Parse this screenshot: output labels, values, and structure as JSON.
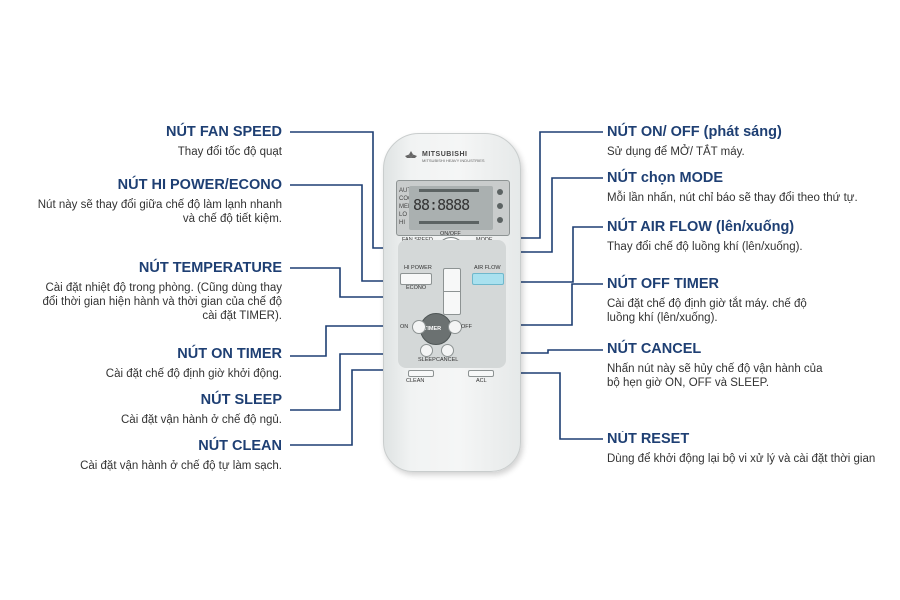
{
  "remote": {
    "brand": "MITSUBISHI",
    "brand_sub": "MITSUBISHI HEAVY INDUSTRIES",
    "lcd_modes": "AUTO\nCOOL\nMED\nLO\nHI",
    "lcd_digits": "88:8888",
    "labels": {
      "on_off": "ON/OFF",
      "fan_speed": "FAN SPEED",
      "mode": "MODE",
      "hi_power": "HI POWER",
      "econo": "ECONO",
      "air_flow": "AIR FLOW",
      "on": "ON",
      "off": "OFF",
      "timer": "TIMER",
      "sleep": "SLEEP",
      "cancel": "CANCEL",
      "clean": "CLEAN",
      "acl": "ACL"
    }
  },
  "callouts": {
    "fan_speed": {
      "title": "NÚT FAN SPEED",
      "desc": [
        "Thay đổi tốc độ quạt"
      ]
    },
    "hi_power": {
      "title": "NÚT HI POWER/ECONO",
      "desc": [
        "Nút này sẽ thay đổi giữa chế độ làm lạnh nhanh",
        "và chế độ tiết kiệm."
      ]
    },
    "temperature": {
      "title": "NÚT TEMPERATURE",
      "desc": [
        "Cài đặt nhiệt độ trong phòng. (Cũng dùng thay",
        "đổi thời gian hiện hành và thời gian của chế độ",
        "cài đặt TIMER)."
      ]
    },
    "on_timer": {
      "title": "NÚT ON TIMER",
      "desc": [
        "Cài đặt chế độ định giờ khởi động."
      ]
    },
    "sleep": {
      "title": "NÚT SLEEP",
      "desc": [
        "Cài đặt vận hành ở chế độ ngủ."
      ]
    },
    "clean": {
      "title": "NÚT CLEAN",
      "desc": [
        "Cài đặt vận hành ở chế độ tự làm sạch."
      ]
    },
    "on_off": {
      "title": "NÚT ON/ OFF (phát sáng)",
      "desc": [
        "Sử dụng để MỞ/ TẮT máy."
      ]
    },
    "mode": {
      "title": "NÚT chọn MODE",
      "desc": [
        "Mỗi lần nhấn, nút chỉ báo sẽ thay đổi theo thứ tự."
      ]
    },
    "air_flow": {
      "title": "NÚT AIR FLOW (lên/xuống)",
      "desc": [
        "Thay đổi chế độ luồng khí (lên/xuống)."
      ]
    },
    "off_timer": {
      "title": "NÚT OFF TIMER",
      "desc": [
        "Cài đặt chế độ định giờ tắt máy. chế độ",
        "luồng khí (lên/xuống)."
      ]
    },
    "cancel": {
      "title": "NÚT CANCEL",
      "desc": [
        "Nhấn nút này sẽ hủy chế độ vận hành của",
        "bộ hẹn giờ ON, OFF và SLEEP."
      ]
    },
    "reset": {
      "title": "NÚT RESET",
      "desc": [
        "Dùng để khởi động lại bộ vi xử lý và cài đặt thời gian"
      ]
    }
  },
  "colors": {
    "title": "#1e3f73",
    "text": "#333333",
    "leader": "#1e3f73",
    "air_flow_button": "#a9e1ef"
  }
}
